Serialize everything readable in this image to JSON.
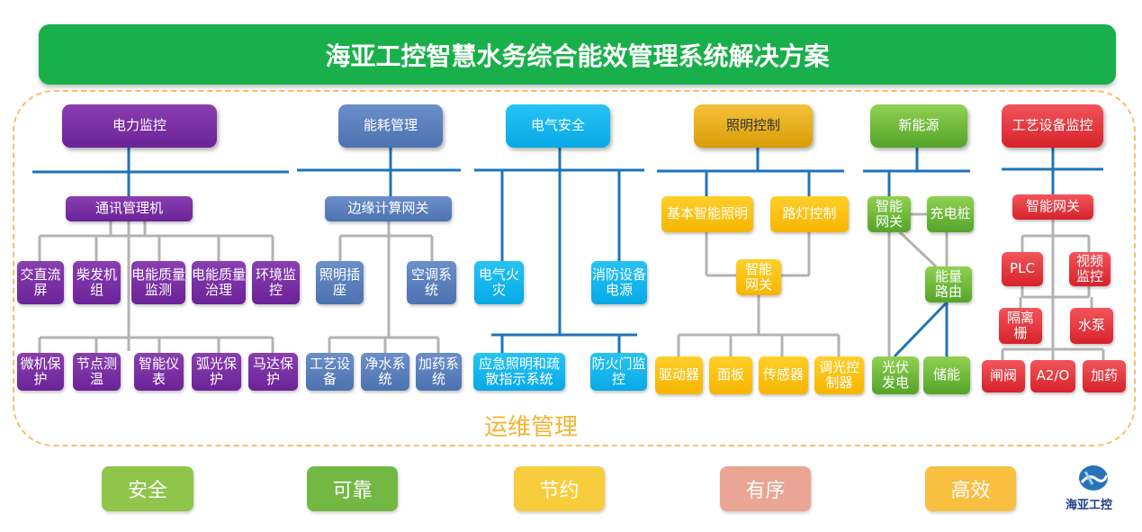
{
  "title": "海亚工控智慧水务综合能效管理系统解决方案",
  "ops_label": "运维管理",
  "logo_text": "海亚工控",
  "colors": {
    "title_green": "#19b04b",
    "frame_border": "#f4c165",
    "line_blue": "#1f74b8",
    "line_gray": "#b3b3b3"
  },
  "modules": {
    "power": {
      "header": "电力监控",
      "gateway": "通讯管理机",
      "row1": [
        "交直流屏",
        "柴发机组",
        "电能质量监测",
        "电能质量治理",
        "环境监控"
      ],
      "row2": [
        "微机保护",
        "节点测温",
        "智能仪表",
        "弧光保护",
        "马达保护"
      ]
    },
    "energy": {
      "header": "能耗管理",
      "gateway": "边缘计算网关",
      "row1": [
        "照明插座",
        "空调系统"
      ],
      "row2": [
        "工艺设备",
        "净水系统",
        "加药系统"
      ]
    },
    "electric": {
      "header": "电气安全",
      "row1": [
        "电气火灾",
        "消防设备电源"
      ],
      "row2": [
        "应急照明和疏散指示系统",
        "防火门监控"
      ]
    },
    "lighting": {
      "header": "照明控制",
      "top": [
        "基本智能照明",
        "路灯控制"
      ],
      "gateway": "智能网关",
      "bottom": [
        "驱动器",
        "面板",
        "传感器",
        "调光控制器"
      ]
    },
    "newenergy": {
      "header": "新能源",
      "gateway": "智能网关",
      "charger": "充电桩",
      "router": "能量路由",
      "pv": "光伏发电",
      "storage": "储能"
    },
    "process": {
      "header": "工艺设备监控",
      "gateway": "智能网关",
      "plc": "PLC",
      "video": "视频监控",
      "isolation": "隔离栅",
      "pump": "水泵",
      "valve": "闸阀",
      "ao": "A2/O",
      "dosing": "加药"
    }
  },
  "values": [
    {
      "label": "安全",
      "color": "#8fc54a"
    },
    {
      "label": "可靠",
      "color": "#72b843"
    },
    {
      "label": "节约",
      "color": "#f8cd3d"
    },
    {
      "label": "有序",
      "color": "#eba594"
    },
    {
      "label": "高效",
      "color": "#f8bf41"
    }
  ]
}
